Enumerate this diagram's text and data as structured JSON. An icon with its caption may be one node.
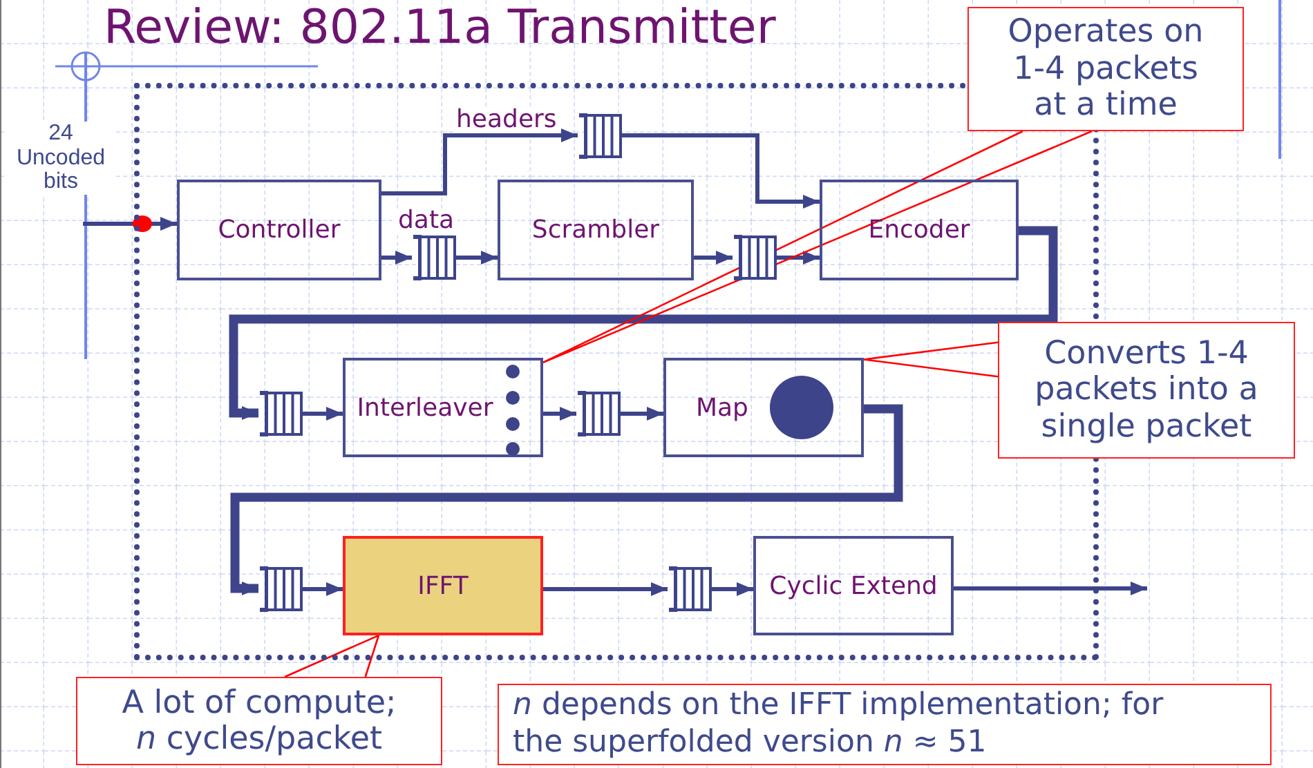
{
  "diagram": {
    "title": "Review: 802.11a Transmitter",
    "nodes": [
      {
        "text": [],
        "shape": "box"
      },
      {
        "text": [
          "Controller"
        ],
        "in": 0
      },
      {
        "text": [],
        "shape": "queue",
        "in": 0
      },
      {
        "text": [],
        "shape": "queue",
        "in": 0
      },
      {
        "text": [
          "Scrambler"
        ],
        "in": 0
      },
      {
        "text": [],
        "shape": "queue",
        "in": 0
      },
      {
        "text": [
          "Encoder"
        ],
        "in": 0
      },
      {
        "text": [],
        "shape": "queue",
        "in": 0
      },
      {
        "text": [
          "Interleaver"
        ],
        "in": 0
      },
      {
        "text": [],
        "shape": "queue",
        "in": 0
      },
      {
        "text": [
          "Map"
        ],
        "in": 0
      },
      {
        "text": [],
        "shape": "queue",
        "in": 0
      },
      {
        "text": [
          "IFFT"
        ],
        "in": 0
      },
      {
        "text": [],
        "shape": "queue",
        "in": 0
      },
      {
        "text": [
          "Cyclic Extend"
        ],
        "in": 0
      },
      {
        "text": [
          "Operates on 1-4 packets at a time"
        ]
      },
      {
        "text": [
          "Converts 1-4 packets into a single packet"
        ]
      },
      {
        "text": [
          "A lot of compute; *n* cycles/packet"
        ]
      },
      {
        "text": [
          "*n* depends on the IFFT implementation; for the superfolded version *n* ≈ 51"
        ]
      }
    ],
    "edges": [
      {
        "from": 1,
        "to": 2,
        "arrow": "to",
        "label": "headers"
      },
      {
        "from": 1,
        "to": 3,
        "arrow": "to",
        "label": "data"
      },
      {
        "from": 2,
        "to": 6,
        "arrow": "to"
      },
      {
        "from": 3,
        "to": 4,
        "arrow": "to"
      },
      {
        "from": 4,
        "to": 5,
        "arrow": "to"
      },
      {
        "from": 5,
        "to": 6,
        "arrow": "to"
      },
      {
        "from": 6,
        "to": 7,
        "arrow": "to",
        "style": "thick"
      },
      {
        "from": 7,
        "to": 8,
        "arrow": "to"
      },
      {
        "from": 8,
        "to": 9,
        "arrow": "to"
      },
      {
        "from": 9,
        "to": 10,
        "arrow": "to"
      },
      {
        "from": 10,
        "to": 11,
        "arrow": "to",
        "style": "thick"
      },
      {
        "from": 11,
        "to": 12,
        "arrow": "to"
      },
      {
        "from": 12,
        "to": 13,
        "arrow": "to"
      },
      {
        "from": 13,
        "to": 14,
        "arrow": "to"
      },
      {
        "from": 14,
        "to": null,
        "arrow": "to"
      },
      {
        "from": null,
        "to": 1,
        "arrow": "to"
      },
      {
        "from": 15,
        "to": 8,
        "arrow": "none",
        "color": "#ff0000"
      },
      {
        "from": 16,
        "to": 10,
        "arrow": "none",
        "color": "#ff0000"
      },
      {
        "from": 17,
        "to": 12,
        "arrow": "none",
        "color": "#ff0000"
      }
    ],
    "labels": [
      "24 Uncoded bits"
    ]
  }
}
